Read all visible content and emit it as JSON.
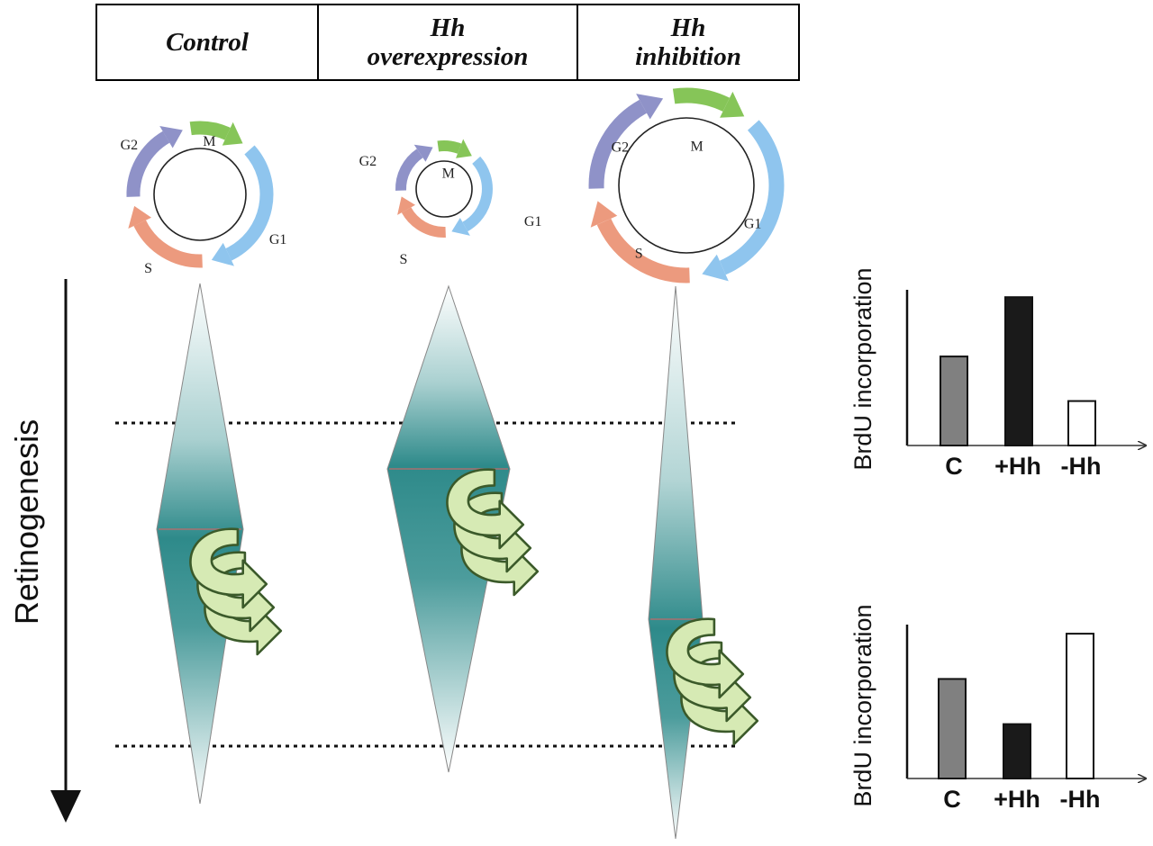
{
  "columns": [
    {
      "line1": "Control",
      "line2": ""
    },
    {
      "line1": "Hh",
      "line2": "overexpression"
    },
    {
      "line1": "Hh",
      "line2": "inhibition"
    }
  ],
  "phases": {
    "m": "M",
    "g1": "G1",
    "s": "S",
    "g2": "G2"
  },
  "axis_label": "Retinogenesis",
  "colors": {
    "m": "#86c558",
    "g1": "#8fc5ee",
    "s": "#ec9a7e",
    "g2": "#8f92c8",
    "teal": "#2e8a8a",
    "curl_fill": "#d6eab4",
    "bar_c": "#808080",
    "bar_plus": "#1a1a1a",
    "bar_minus": "#ffffff"
  },
  "chart_data": [
    {
      "type": "bar",
      "categories": [
        "C",
        "+Hh",
        "-Hh"
      ],
      "values": [
        6,
        10,
        3
      ],
      "ylabel": "BrdU incorporation",
      "ylim": [
        0,
        10.5
      ]
    },
    {
      "type": "bar",
      "categories": [
        "C",
        "+Hh",
        "-Hh"
      ],
      "values": [
        5.5,
        3,
        8
      ],
      "ylabel": "BrdU incorporation",
      "ylim": [
        0,
        8.5
      ]
    }
  ]
}
